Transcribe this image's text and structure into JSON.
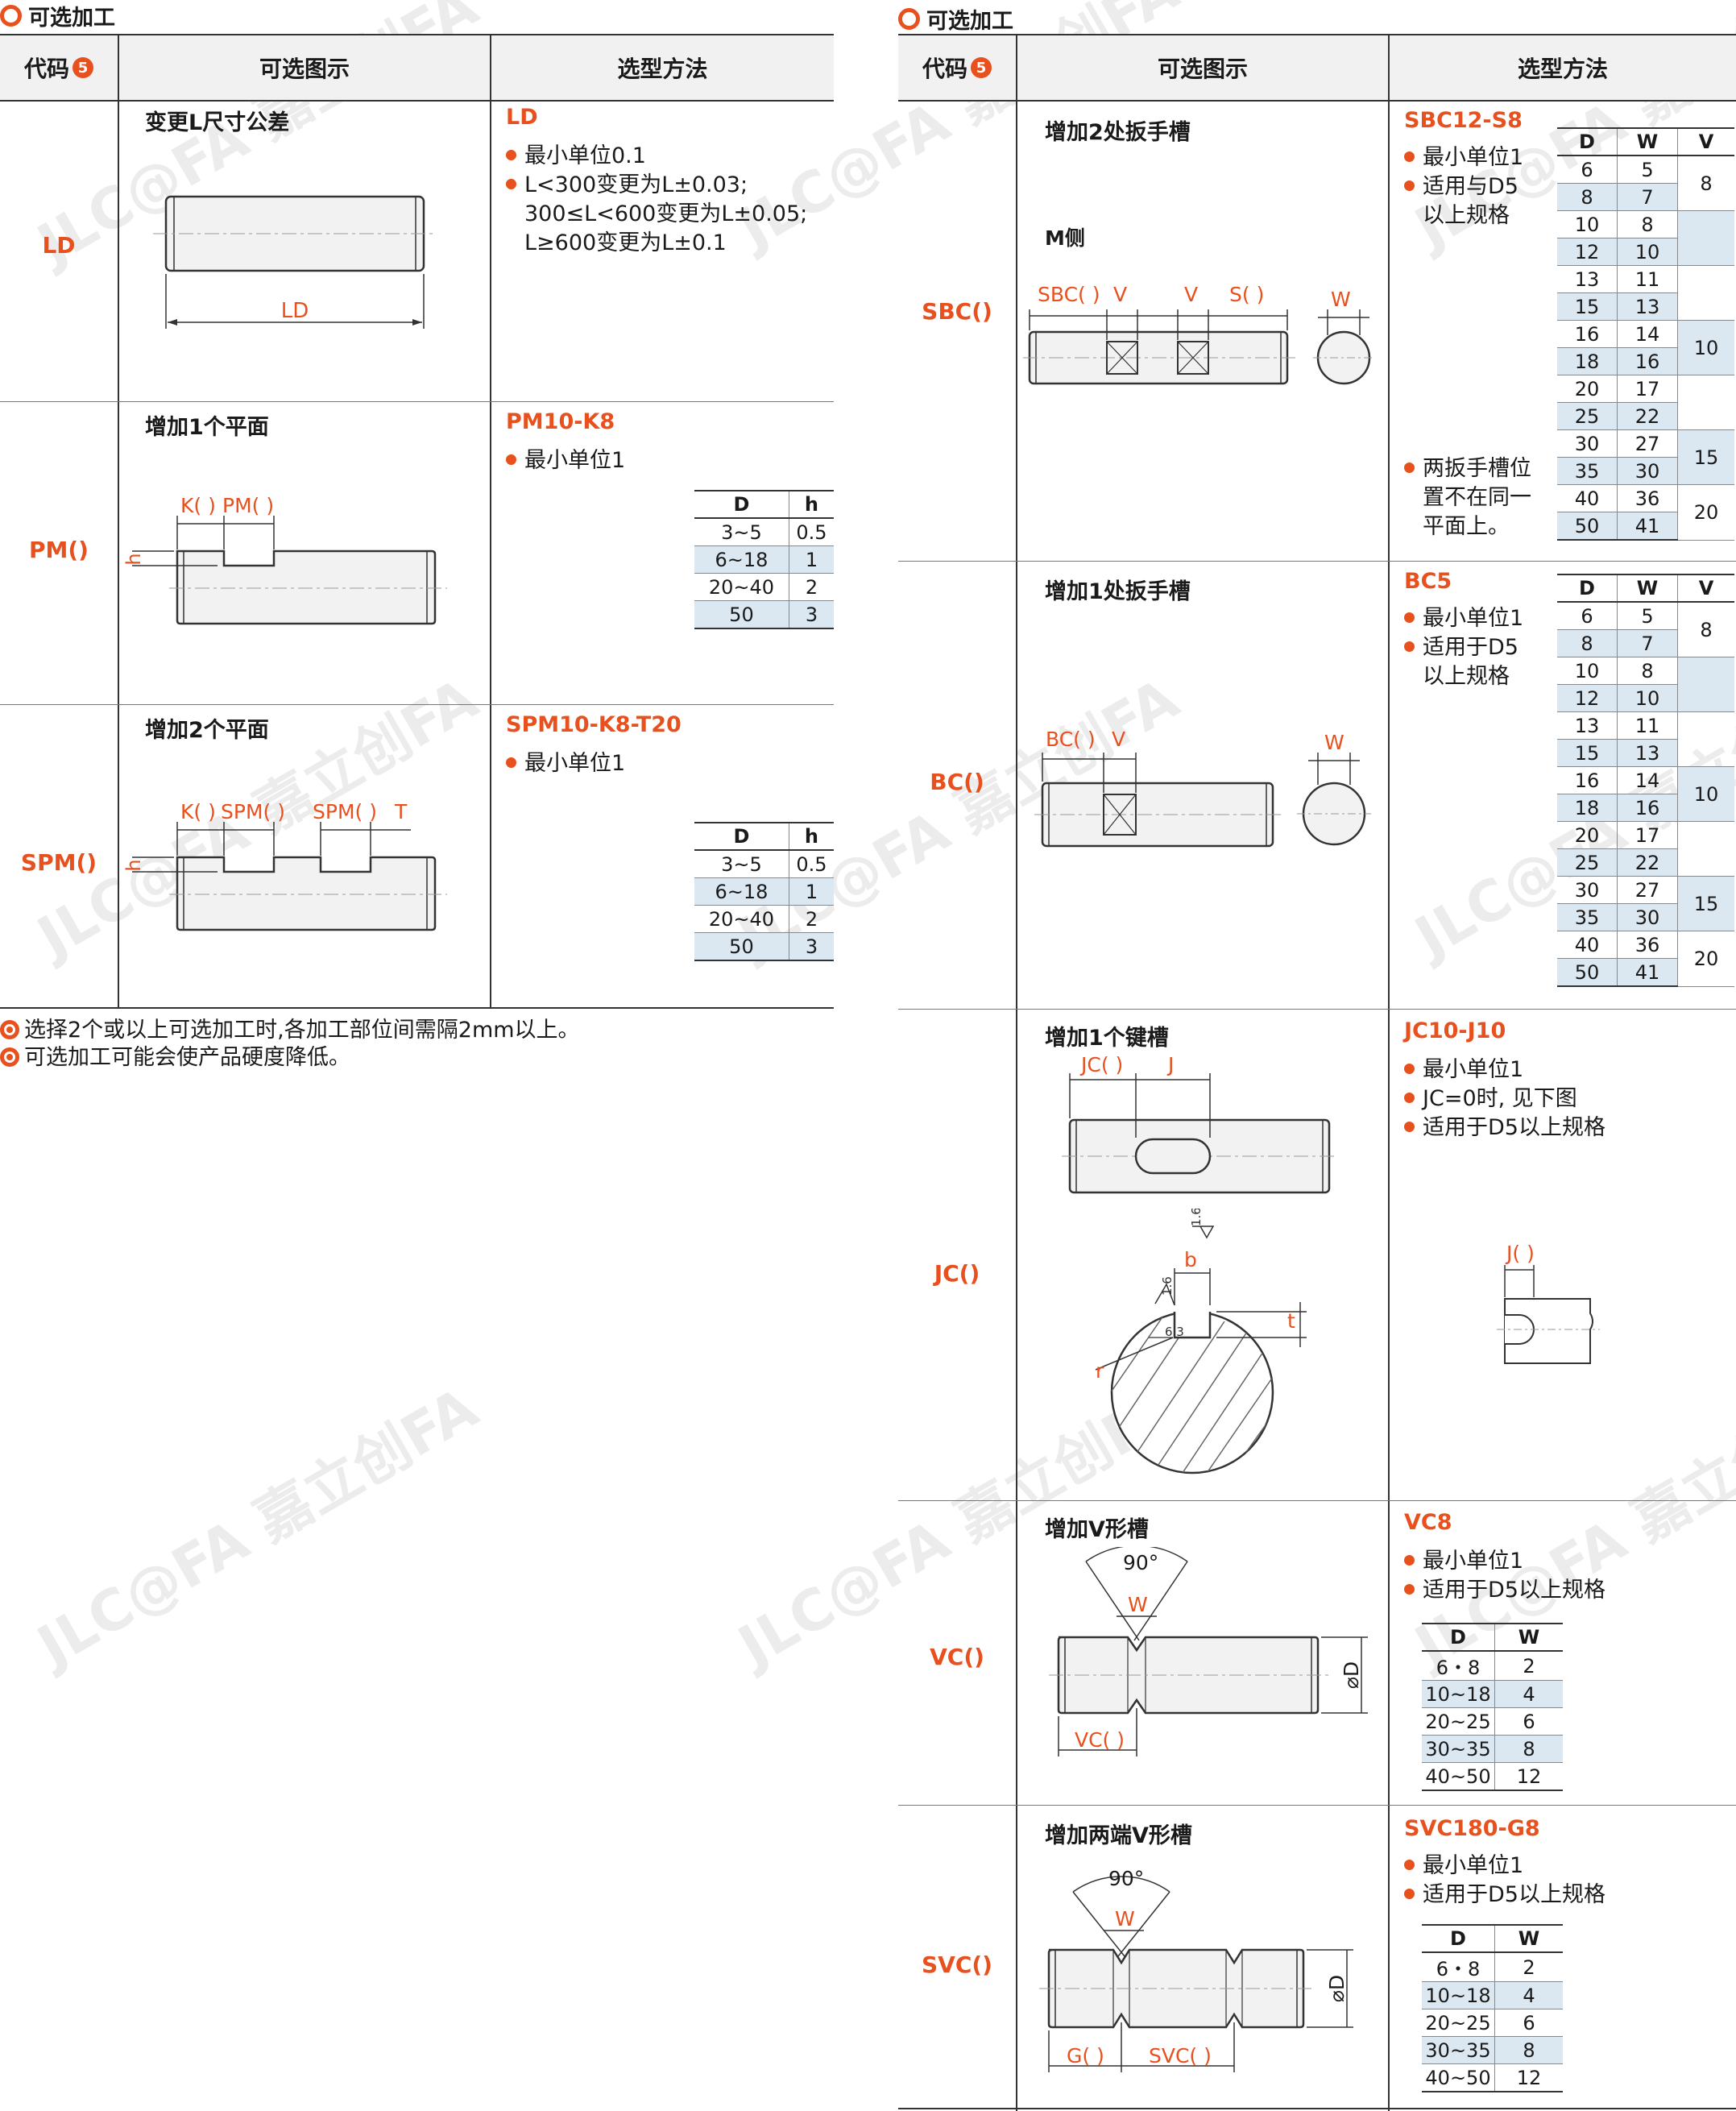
{
  "watermark": "JLC@FA 嘉立创FA",
  "left": {
    "section_title": "可选加工",
    "headers": {
      "code": "代码",
      "badge": "5",
      "figure": "可选图示",
      "method": "选型方法"
    },
    "rows": [
      {
        "code": "LD",
        "title": "变更L尺寸公差",
        "order_code": "LD",
        "dim_label": "LD",
        "bullets": [
          "最小单位0.1",
          "L<300变更为L±0.03;",
          "300≤L<600变更为L±0.05;",
          "L≥600变更为L±0.1"
        ]
      },
      {
        "code": "PM()",
        "title": "增加1个平面",
        "order_code": "PM10-K8",
        "bullets": [
          "最小单位1"
        ],
        "labels": [
          "K( )",
          "PM( )",
          "h"
        ],
        "table": {
          "cols": [
            "D",
            "h"
          ],
          "rows": [
            [
              "3~5",
              "0.5"
            ],
            [
              "6~18",
              "1"
            ],
            [
              "20~40",
              "2"
            ],
            [
              "50",
              "3"
            ]
          ]
        }
      },
      {
        "code": "SPM()",
        "title": "增加2个平面",
        "order_code": "SPM10-K8-T20",
        "bullets": [
          "最小单位1"
        ],
        "labels": [
          "K( )",
          "SPM( )",
          "SPM( )",
          "T",
          "h"
        ],
        "table": {
          "cols": [
            "D",
            "h"
          ],
          "rows": [
            [
              "3~5",
              "0.5"
            ],
            [
              "6~18",
              "1"
            ],
            [
              "20~40",
              "2"
            ],
            [
              "50",
              "3"
            ]
          ]
        }
      }
    ],
    "notes": [
      "选择2个或以上可选加工时,各加工部位间需隔2mm以上。",
      "可选加工可能会使产品硬度降低。"
    ]
  },
  "right": {
    "section_title": "可选加工",
    "headers": {
      "code": "代码",
      "badge": "5",
      "figure": "可选图示",
      "method": "选型方法"
    },
    "rows": [
      {
        "code": "SBC()",
        "title": "增加2处扳手槽",
        "side": "M侧",
        "order_code": "SBC12-S8",
        "bullets": [
          "最小单位1",
          "适用与D5",
          "以上规格"
        ],
        "bullet2": [
          "两扳手槽位",
          "置不在同一",
          "平面上。"
        ],
        "labels": [
          "SBC( )",
          "V",
          "V",
          "S( )",
          "W"
        ],
        "table": {
          "cols": [
            "D",
            "W",
            "V"
          ],
          "rows": [
            [
              "6",
              "5",
              ""
            ],
            [
              "8",
              "7",
              "8"
            ],
            [
              "10",
              "8",
              ""
            ],
            [
              "12",
              "10",
              ""
            ],
            [
              "13",
              "11",
              ""
            ],
            [
              "15",
              "13",
              ""
            ],
            [
              "16",
              "14",
              "10"
            ],
            [
              "18",
              "16",
              ""
            ],
            [
              "20",
              "17",
              ""
            ],
            [
              "25",
              "22",
              ""
            ],
            [
              "30",
              "27",
              "15"
            ],
            [
              "35",
              "30",
              ""
            ],
            [
              "40",
              "36",
              "20"
            ],
            [
              "50",
              "41",
              ""
            ]
          ]
        }
      },
      {
        "code": "BC()",
        "title": "增加1处扳手槽",
        "order_code": "BC5",
        "bullets": [
          "最小单位1",
          "适用于D5",
          "以上规格"
        ],
        "labels": [
          "BC( )",
          "V",
          "W"
        ],
        "table": {
          "cols": [
            "D",
            "W",
            "V"
          ],
          "rows": [
            [
              "6",
              "5",
              ""
            ],
            [
              "8",
              "7",
              "8"
            ],
            [
              "10",
              "8",
              ""
            ],
            [
              "12",
              "10",
              ""
            ],
            [
              "13",
              "11",
              ""
            ],
            [
              "15",
              "13",
              ""
            ],
            [
              "16",
              "14",
              "10"
            ],
            [
              "18",
              "16",
              ""
            ],
            [
              "20",
              "17",
              ""
            ],
            [
              "25",
              "22",
              ""
            ],
            [
              "30",
              "27",
              "15"
            ],
            [
              "35",
              "30",
              ""
            ],
            [
              "40",
              "36",
              "20"
            ],
            [
              "50",
              "41",
              ""
            ]
          ]
        }
      },
      {
        "code": "JC()",
        "title": "增加1个键槽",
        "order_code": "JC10-J10",
        "bullets": [
          "最小单位1",
          "JC=0时, 见下图",
          "适用于D5以上规格"
        ],
        "labels": [
          "JC( )",
          "J",
          "1.6",
          "b",
          "1.6",
          "6.3",
          "t",
          "r",
          "J( )"
        ]
      },
      {
        "code": "VC()",
        "title": "增加V形槽",
        "order_code": "VC8",
        "bullets": [
          "最小单位1",
          "适用于D5以上规格"
        ],
        "labels": [
          "90°",
          "W",
          "VC( )",
          "⌀D"
        ],
        "table": {
          "cols": [
            "D",
            "W"
          ],
          "rows": [
            [
              "6・8",
              "2"
            ],
            [
              "10~18",
              "4"
            ],
            [
              "20~25",
              "6"
            ],
            [
              "30~35",
              "8"
            ],
            [
              "40~50",
              "12"
            ]
          ]
        }
      },
      {
        "code": "SVC()",
        "title": "增加两端V形槽",
        "order_code": "SVC180-G8",
        "bullets": [
          "最小单位1",
          "适用于D5以上规格"
        ],
        "labels": [
          "90°",
          "W",
          "G( )",
          "SVC( )",
          "⌀D"
        ],
        "table": {
          "cols": [
            "D",
            "W"
          ],
          "rows": [
            [
              "6・8",
              "2"
            ],
            [
              "10~18",
              "4"
            ],
            [
              "20~25",
              "6"
            ],
            [
              "30~35",
              "8"
            ],
            [
              "40~50",
              "12"
            ]
          ]
        }
      }
    ]
  },
  "colors": {
    "accent": "#e8501d",
    "table_blue": "#dce8f1",
    "header_bg": "#f1f1f1"
  }
}
